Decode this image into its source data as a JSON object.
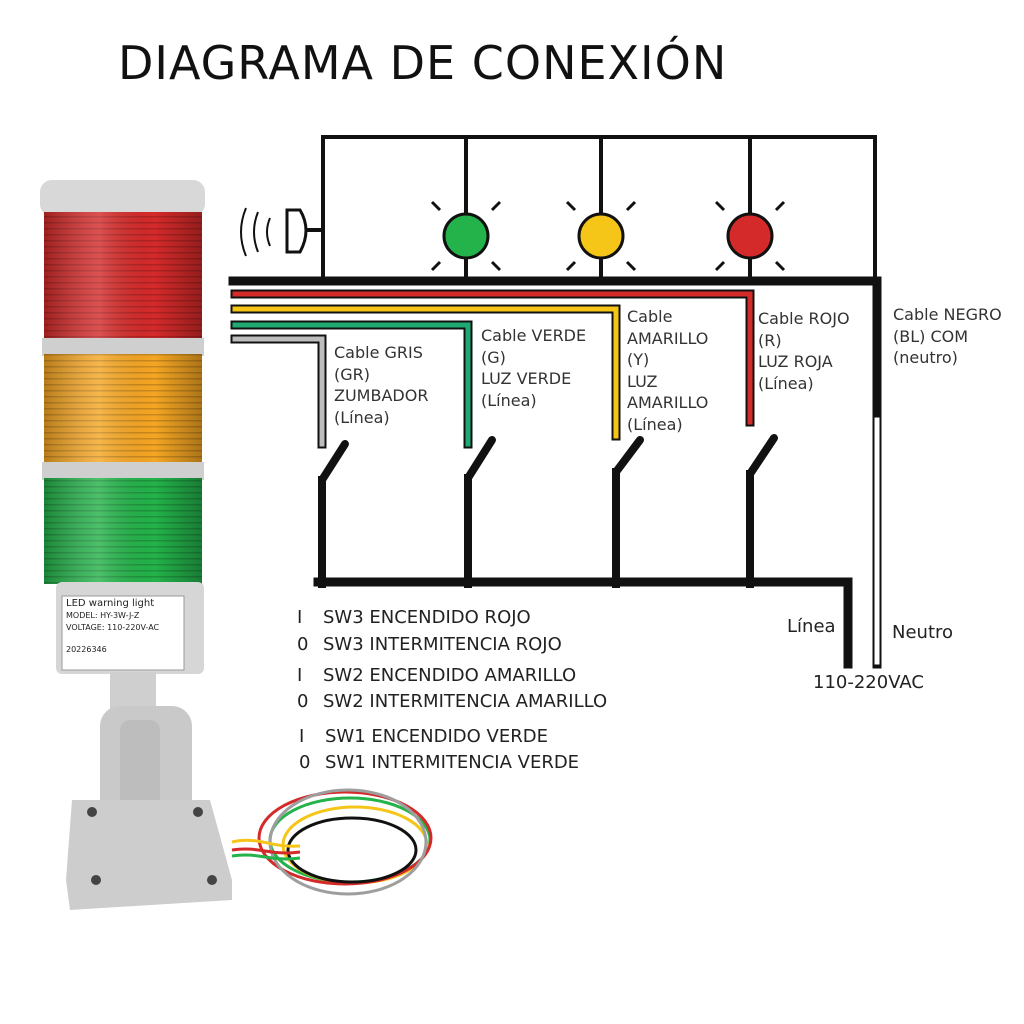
{
  "title": "DIAGRAMA DE CONEXIÓN",
  "colors": {
    "red": "#d42a2a",
    "yellow": "#f5c518",
    "green": "#24b24a",
    "gray": "#bdbdbd",
    "teal_green": "#1eaa72",
    "black": "#111111"
  },
  "device": {
    "label_line1": "LED warning light",
    "label_line2": "MODEL: HY-3W-J-Z",
    "label_line3": "VOLTAGE: 110-220V-AC",
    "label_line4": "20226346"
  },
  "cables": {
    "gray": [
      "Cable GRIS",
      "(GR)",
      "ZUMBADOR",
      "(Línea)"
    ],
    "green": [
      "Cable VERDE",
      "(G)",
      "LUZ VERDE",
      "(Línea)"
    ],
    "yellow": [
      "Cable",
      "AMARILLO",
      "(Y)",
      "LUZ",
      "AMARILLO",
      "(Línea)"
    ],
    "red": [
      "Cable ROJO",
      "(R)",
      "LUZ ROJA",
      "(Línea)"
    ],
    "black": [
      "Cable NEGRO",
      "(BL) COM",
      "(neutro)"
    ]
  },
  "power": {
    "linea": "Línea",
    "neutro": "Neutro",
    "voltage": "110-220VAC"
  },
  "legend": [
    {
      "mark": "I",
      "text": "SW3 ENCENDIDO ROJO"
    },
    {
      "mark": "0",
      "text": "SW3 INTERMITENCIA ROJO"
    },
    {
      "mark": "I",
      "text": "SW2 ENCENDIDO AMARILLO"
    },
    {
      "mark": "0",
      "text": "SW2 INTERMITENCIA AMARILLO"
    },
    {
      "mark": "I",
      "text": "SW1 ENCENDIDO VERDE"
    },
    {
      "mark": "0",
      "text": "SW1 INTERMITENCIA VERDE"
    }
  ]
}
